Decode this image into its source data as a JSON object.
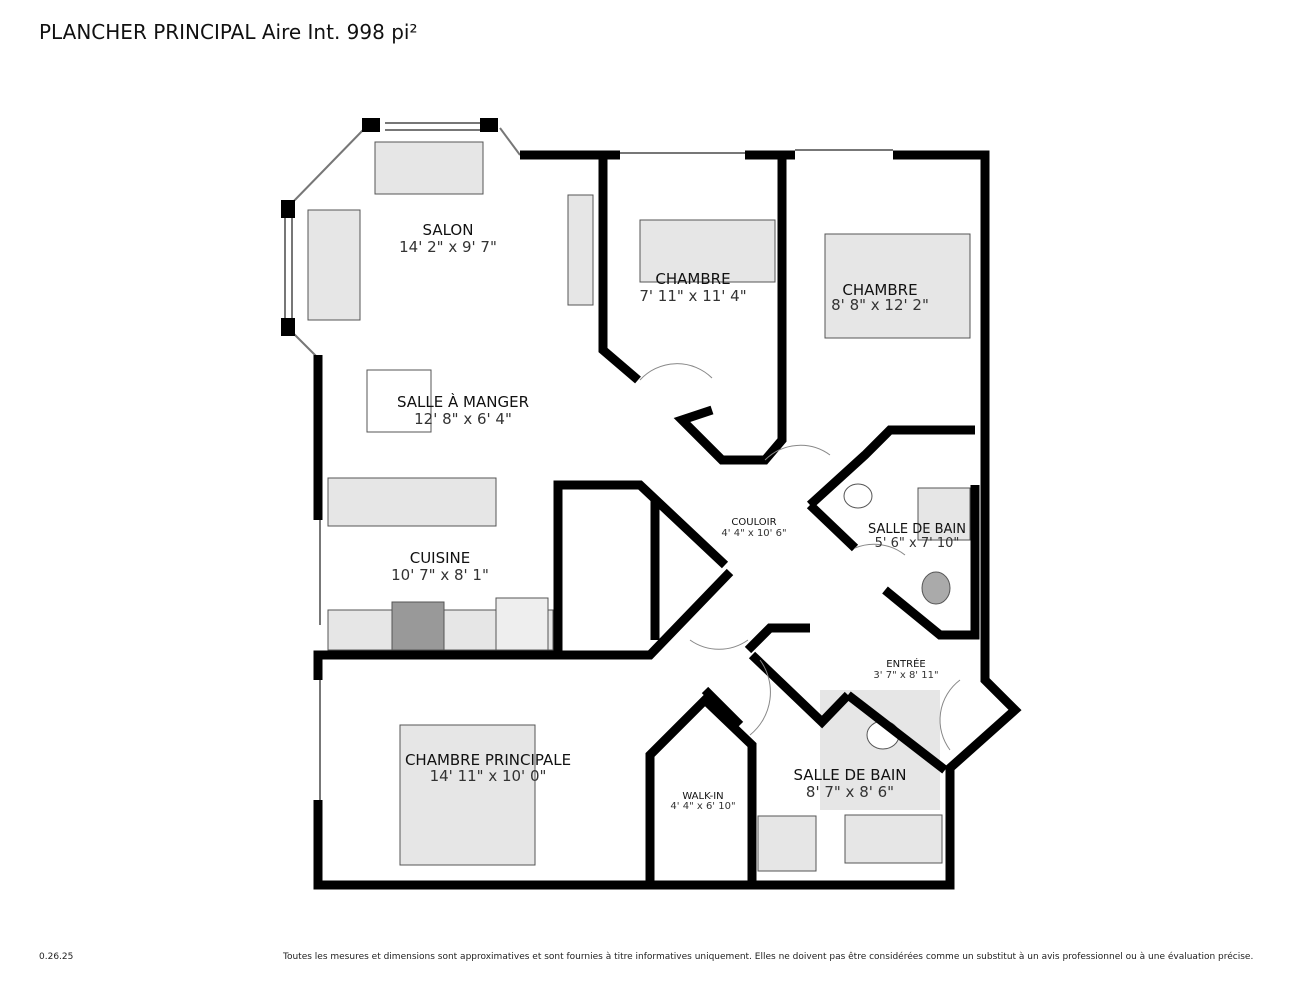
{
  "header": {
    "title": "PLANCHER PRINCIPAL Aire Int. 998 pi²"
  },
  "footer": {
    "version": "0.26.25",
    "disclaimer": "Toutes les mesures et dimensions sont approximatives et sont fournies à titre informatives uniquement. Elles ne doivent pas être considérées comme un substitut à un avis professionnel ou à une évaluation précise."
  },
  "rooms": [
    {
      "name": "SALON",
      "dims": "14' 2\" x 9' 7\""
    },
    {
      "name": "SALLE À MANGER",
      "dims": "12' 8\" x 6' 4\""
    },
    {
      "name": "CUISINE",
      "dims": "10' 7\" x 8' 1\""
    },
    {
      "name": "CHAMBRE",
      "dims": "7' 11\" x 11' 4\""
    },
    {
      "name": "CHAMBRE",
      "dims": "8' 8\" x 12' 2\""
    },
    {
      "name": "COULOIR",
      "dims": "4' 4\" x 10' 6\""
    },
    {
      "name": "SALLE DE BAIN",
      "dims": "5' 6\" x 7' 10\""
    },
    {
      "name": "ENTRÉE",
      "dims": "3' 7\" x 8' 11\""
    },
    {
      "name": "CHAMBRE PRINCIPALE",
      "dims": "14' 11\" x 10' 0\""
    },
    {
      "name": "WALK-IN",
      "dims": "4' 4\" x 6' 10\""
    },
    {
      "name": "SALLE DE BAIN",
      "dims": "8' 7\" x 8' 6\""
    }
  ],
  "colors": {
    "wall": "#000000",
    "fixture": "#e6e6e6",
    "appliance": "#999999"
  }
}
